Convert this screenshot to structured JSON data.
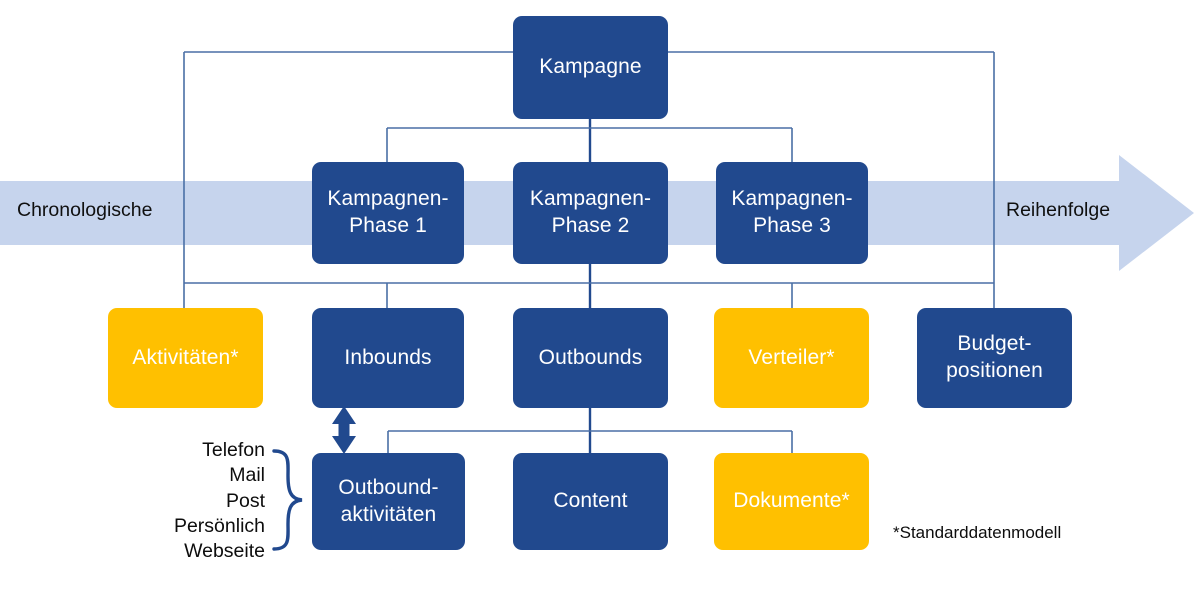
{
  "diagram": {
    "title_node": {
      "label": "Kampagne"
    },
    "phases": [
      {
        "label": "Kampagnen-\nPhase 1"
      },
      {
        "label": "Kampagnen-\nPhase 2"
      },
      {
        "label": "Kampagnen-\nPhase 3"
      }
    ],
    "entities": [
      {
        "label": "Aktivitäten*",
        "color": "gold"
      },
      {
        "label": "Inbounds",
        "color": "blue"
      },
      {
        "label": "Outbounds",
        "color": "blue"
      },
      {
        "label": "Verteiler*",
        "color": "gold"
      },
      {
        "label": "Budget-\npositionen",
        "color": "blue"
      }
    ],
    "sub_entities": [
      {
        "label": "Outbound-\naktivitäten",
        "color": "blue"
      },
      {
        "label": "Content",
        "color": "blue"
      },
      {
        "label": "Dokumente*",
        "color": "gold"
      }
    ],
    "timeline_arrow": {
      "label_left": "Chronologische",
      "label_right": "Reihenfolge"
    },
    "channel_brace": {
      "items": "Telefon\nMail\nPost\nPersönlich\nWebseite"
    },
    "footnote": "*Standarddatenmodell",
    "colors": {
      "blue": "#21498E",
      "gold": "#FFC000",
      "band": "#C6D4ED",
      "wire_thin": "#4A6FA5",
      "wire_thick": "#21498E",
      "text_dark": "#0d0d0d",
      "text_light": "#ffffff"
    }
  }
}
